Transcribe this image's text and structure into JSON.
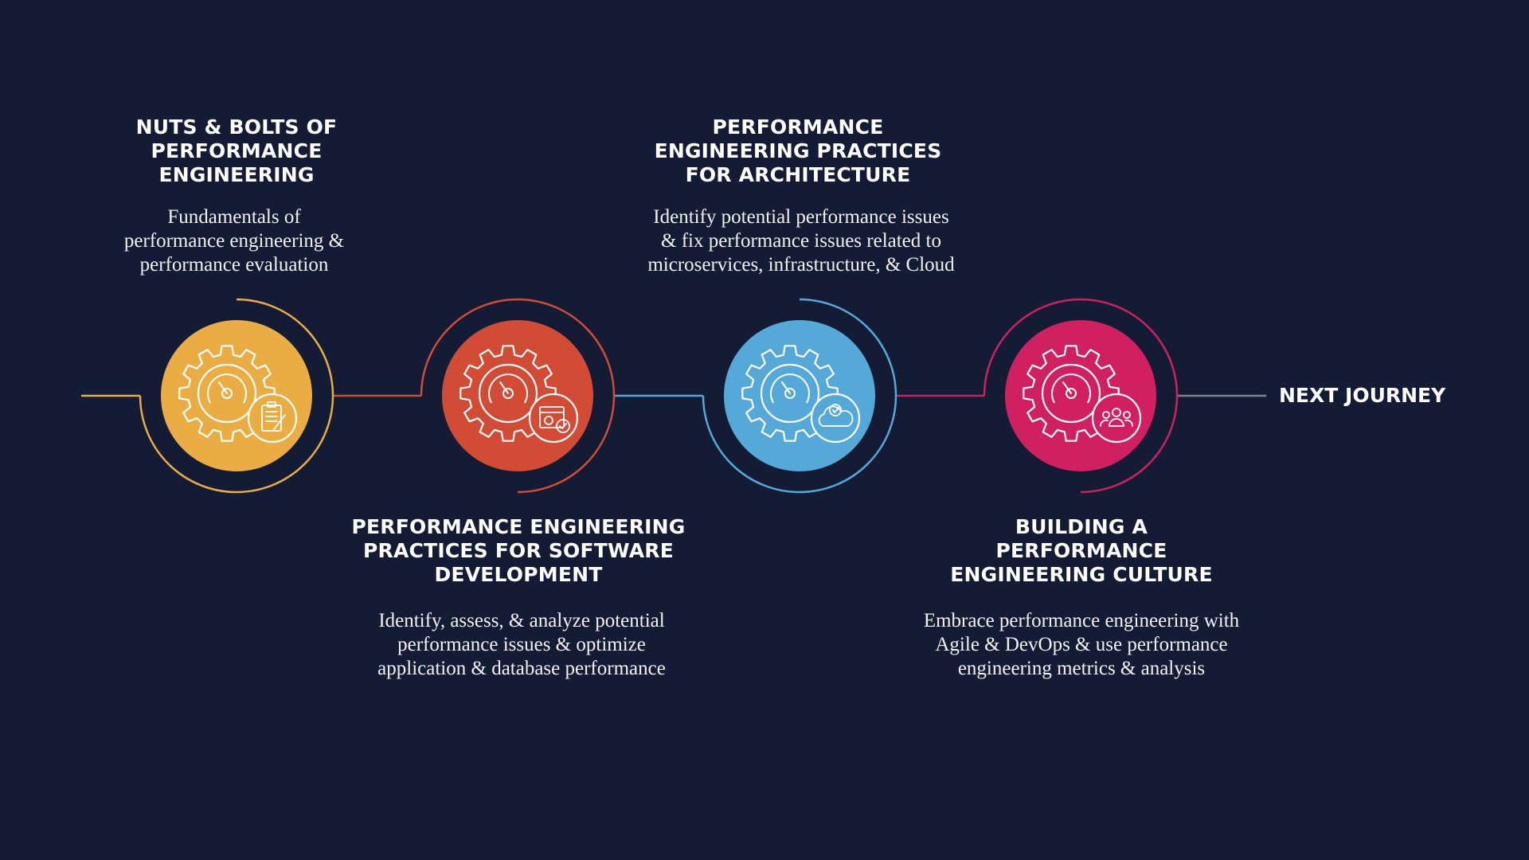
{
  "steps": [
    {
      "title": "NUTS & BOLTS OF\nPERFORMANCE\nENGINEERING",
      "description": "Fundamentals of\nperformance engineering &\nperformance evaluation",
      "color": "#e9ad43",
      "icon": "clipboard-icon"
    },
    {
      "title": "PERFORMANCE ENGINEERING\nPRACTICES FOR SOFTWARE\nDEVELOPMENT",
      "description": "Identify, assess, & analyze potential\nperformance issues & optimize\napplication & database performance",
      "color": "#d24b35",
      "icon": "code-window-icon"
    },
    {
      "title": "PERFORMANCE\nENGINEERING PRACTICES\nFOR ARCHITECTURE",
      "description": "Identify potential performance issues\n& fix performance issues related to\nmicroservices, infrastructure, & Cloud",
      "color": "#55a9d9",
      "icon": "cloud-check-icon"
    },
    {
      "title": "BUILDING A\nPERFORMANCE\nENGINEERING CULTURE",
      "description": "Embrace performance engineering with\nAgile & DevOps & use performance\nengineering metrics & analysis",
      "color": "#d0205f",
      "icon": "team-icon"
    }
  ],
  "next": {
    "label": "NEXT JOURNEY",
    "line_color": "#7d8290"
  }
}
